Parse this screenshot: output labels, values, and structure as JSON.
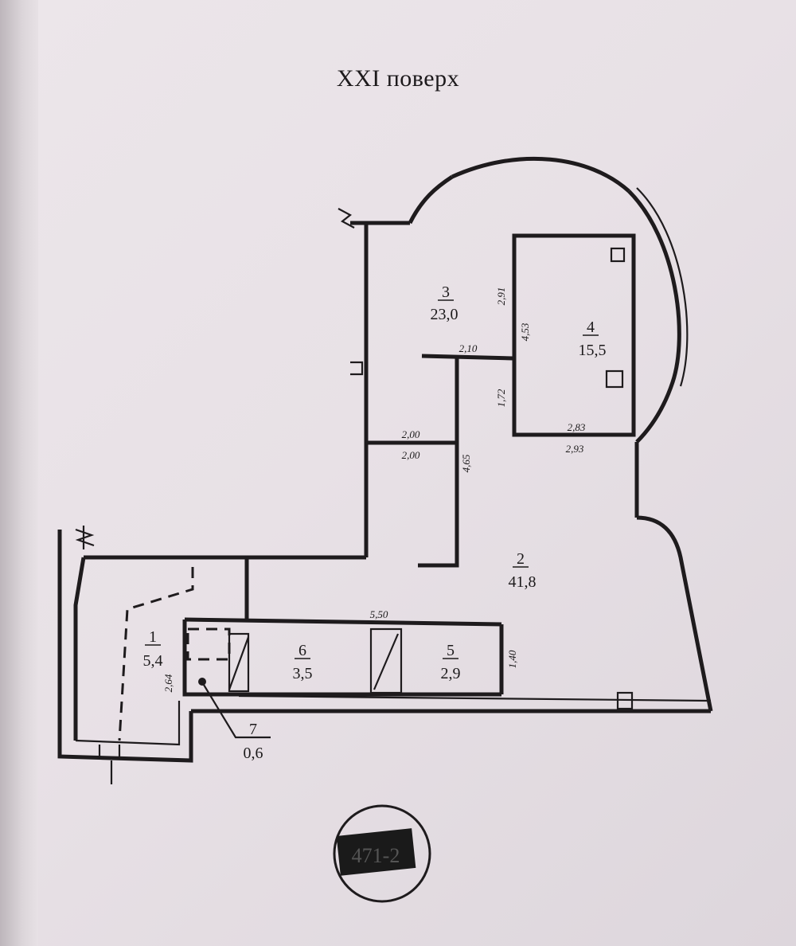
{
  "title": "XXI поверх",
  "page_number": "471-2",
  "rooms": [
    {
      "number": "1",
      "area": "5,4"
    },
    {
      "number": "2",
      "area": "41,8"
    },
    {
      "number": "3",
      "area": "23,0"
    },
    {
      "number": "4",
      "area": "15,5"
    },
    {
      "number": "5",
      "area": "2,9"
    },
    {
      "number": "6",
      "area": "3,5"
    },
    {
      "number": "7",
      "area": "0,6"
    }
  ],
  "dimensions": {
    "d_2_91": "2,91",
    "d_4_53": "4,53",
    "d_2_10": "2,10",
    "d_1_72": "1,72",
    "d_2_83": "2,83",
    "d_2_93": "2,93",
    "d_2_00_top": "2,00",
    "d_2_00_bottom": "2,00",
    "d_4_65": "4,65",
    "d_5_50": "5,50",
    "d_1_40": "1,40",
    "d_2_64": "2,64"
  },
  "colors": {
    "ink": "#1e1b1d",
    "paper": "#ece6ea",
    "stamp": "#1a1a1a"
  }
}
